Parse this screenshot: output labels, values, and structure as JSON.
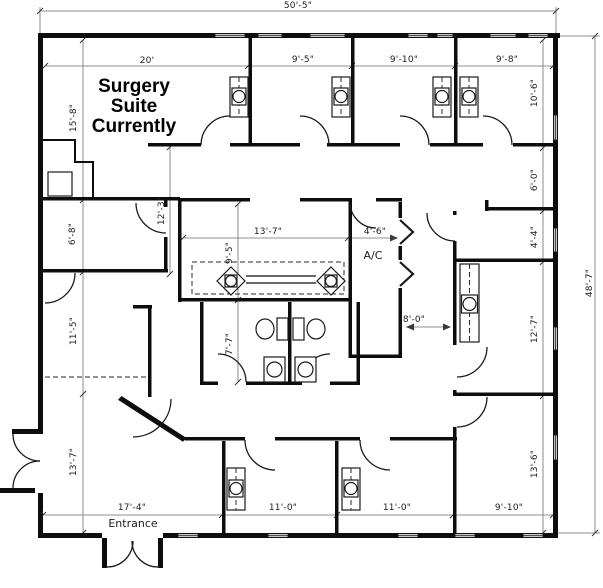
{
  "drawing": {
    "title": {
      "line1": "Surgery",
      "line2": "Suite",
      "line3": "Currently"
    },
    "room_labels": {
      "ac": "A/C",
      "entrance": "Entrance"
    },
    "dimensions": {
      "overall_width": "50'-5\"",
      "overall_height": "48'-7\"",
      "surgery_suite_width": "20'",
      "top_room_1": "9'-5\"",
      "top_room_2": "9'-10\"",
      "top_room_3": "9'-8\"",
      "left_upper": "15'-8\"",
      "left_room": "6'-8\"",
      "left_mid": "11'-5\"",
      "left_lower": "13'-7\"",
      "right_corner_room": "10'-6\"",
      "right_closet": "6'-0\"",
      "right_small_room": "4'-4\"",
      "right_mid_room": "12'-7\"",
      "right_lower_room": "13'-6\"",
      "corridor_left": "12'-3\"",
      "core_width": "13'-7\"",
      "core_height": "9'-5\"",
      "ac_width": "4'-6\"",
      "restroom_height": "7'-7\"",
      "corridor_right": "8'-0\"",
      "bottom_entry": "17'-4\"",
      "bottom_room_1": "11'-0\"",
      "bottom_room_2": "11'-0\"",
      "bottom_room_3": "9'-10\""
    }
  }
}
